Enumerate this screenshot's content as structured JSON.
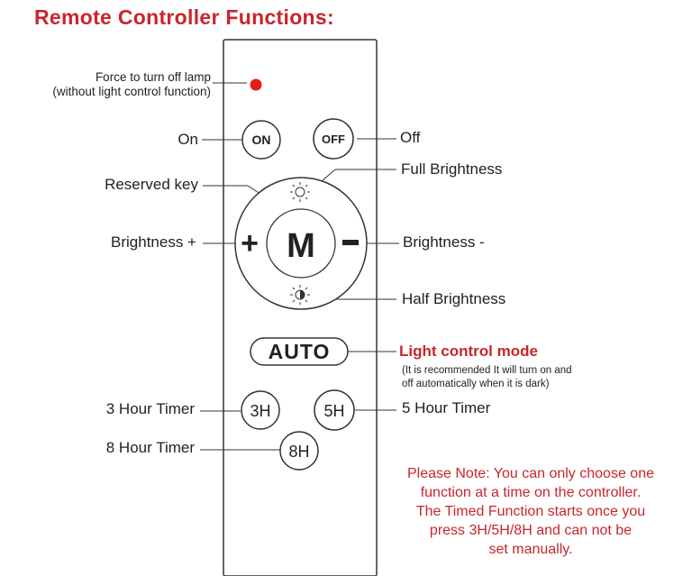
{
  "title": "Remote Controller Functions:",
  "labels": {
    "force_off_line1": "Force to turn off lamp",
    "force_off_line2": "(without light control function)",
    "on": "On",
    "off": "Off",
    "full_brightness": "Full Brightness",
    "reserved_key": "Reserved key",
    "brightness_plus": "Brightness +",
    "brightness_minus": "Brightness  -",
    "half_brightness": "Half Brightness",
    "light_control_mode": "Light control mode",
    "light_control_note_line1": "(It is recommended It will turn on and",
    "light_control_note_line2": "off automatically when it is dark)",
    "timer_3h": "3 Hour Timer",
    "timer_5h": "5 Hour Timer",
    "timer_8h": "8 Hour Timer"
  },
  "buttons": {
    "on": "ON",
    "off": "OFF",
    "m": "M",
    "plus": "+",
    "minus": "-",
    "auto": "AUTO",
    "h3": "3H",
    "h5": "5H",
    "h8": "8H"
  },
  "note": [
    "Please Note: You can only choose one",
    "function at a time on the controller.",
    "The Timed Function starts once you",
    "press 3H/5H/8H and can not be",
    "set manually."
  ],
  "colors": {
    "accent_red": "#c8262c",
    "indicator_led": "#e01e1e",
    "outline": "#333333"
  },
  "icons": {
    "full_brightness": "sun-icon",
    "half_brightness": "half-sun-icon"
  }
}
